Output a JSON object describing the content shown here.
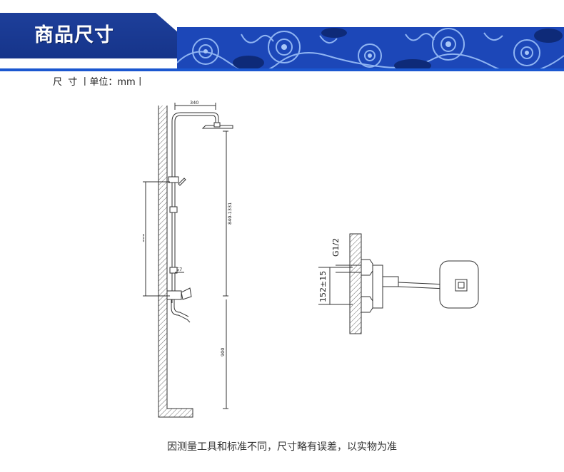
{
  "header": {
    "title": "商品尺寸",
    "colors": {
      "dark_blue": "#16348a",
      "bright_blue": "#1b57d0",
      "pattern_light": "#7fa9ee"
    }
  },
  "dimension_caption": "尺  寸 丨单位：mm丨",
  "left_drawing": {
    "labels": {
      "top_width": "340",
      "riser_height": "840-1331",
      "slide_bar": "900",
      "offset": "57",
      "floor_height": "900"
    }
  },
  "right_drawing": {
    "labels": {
      "thread": "G1/2",
      "spacing": "152±15"
    }
  },
  "footer_note": "因测量工具和标准不同，尺寸略有误差，以实物为准"
}
